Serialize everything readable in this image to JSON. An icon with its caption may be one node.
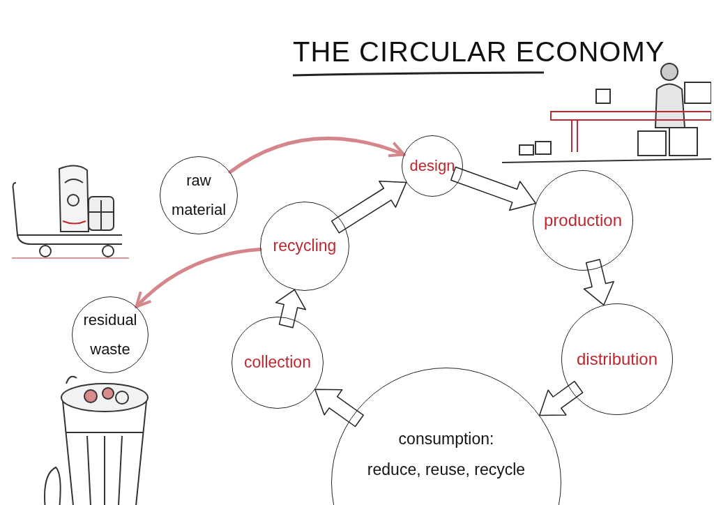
{
  "diagram": {
    "title": "THE CIRCULAR ECONOMY",
    "nodes": [
      {
        "text": [
          "raw material"
        ]
      },
      {
        "text": [
          "design"
        ]
      },
      {
        "text": [
          "production"
        ]
      },
      {
        "text": [
          "recycling"
        ]
      },
      {
        "text": [
          "distribution"
        ]
      },
      {
        "text": [
          "residual waste"
        ]
      },
      {
        "text": [
          "collection"
        ]
      },
      {
        "text": [
          "consumption:",
          "reduce, reuse, recycle"
        ]
      }
    ],
    "edges": [
      {
        "from": 0,
        "to": 1,
        "arrow": "to",
        "color": "#d4868a"
      },
      {
        "from": 1,
        "to": 2,
        "arrow": "to"
      },
      {
        "from": 2,
        "to": 4,
        "arrow": "to"
      },
      {
        "from": 4,
        "to": 7,
        "arrow": "to"
      },
      {
        "from": 7,
        "to": 6,
        "arrow": "to"
      },
      {
        "from": 6,
        "to": 3,
        "arrow": "to"
      },
      {
        "from": 3,
        "to": 1,
        "arrow": "to"
      },
      {
        "from": 3,
        "to": 5,
        "arrow": "to",
        "color": "#d4868a"
      }
    ]
  }
}
